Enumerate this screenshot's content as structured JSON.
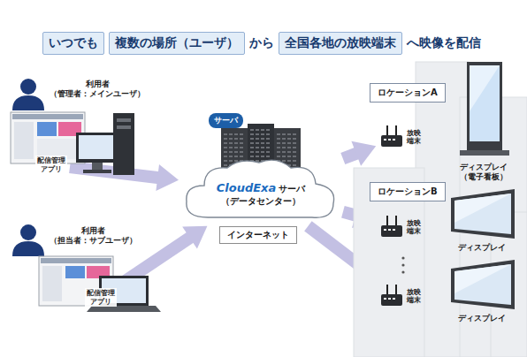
{
  "diagram": {
    "title": "",
    "nodes": [
      {
        "text": [
          "いつでも"
        ]
      },
      {
        "text": [
          "複数の場所（ユーザ）"
        ]
      },
      {
        "text": [
          "全国各地の放映端末"
        ]
      },
      {
        "text": [
          "利用者",
          "（管理者：メインユーザ）"
        ]
      },
      {
        "text": [
          "配信管理 アプリ"
        ]
      },
      {
        "text": [
          "利用者",
          "（担当者：サブユーザ）"
        ]
      },
      {
        "text": [
          "配信管理 アプリ"
        ]
      },
      {
        "text": [
          "サーバ"
        ]
      },
      {
        "text": [
          "CloudExa",
          "サーバ",
          "（データセンター）"
        ]
      },
      {
        "text": [
          "インターネット"
        ]
      },
      {
        "text": [
          "ロケーションA"
        ]
      },
      {
        "text": [
          "放映 端末"
        ]
      },
      {
        "text": [
          "ディスプレイ （電子看板）"
        ]
      },
      {
        "text": [
          "ロケーションB"
        ]
      },
      {
        "text": [
          "放映 端末"
        ]
      },
      {
        "text": [
          "ディスプレイ"
        ]
      },
      {
        "text": [
          "放映 端末"
        ]
      },
      {
        "text": [
          "ディスプレイ"
        ]
      }
    ],
    "edges": [
      {
        "from": 4,
        "to": 8,
        "arrow": "to"
      },
      {
        "from": 6,
        "to": 8,
        "arrow": "to"
      },
      {
        "from": 8,
        "to": 11,
        "arrow": "to"
      },
      {
        "from": 8,
        "to": 14,
        "arrow": "to"
      },
      {
        "from": 8,
        "to": 16,
        "arrow": "to"
      },
      {
        "from": 11,
        "to": 12,
        "arrow": "none"
      },
      {
        "from": 14,
        "to": 15,
        "arrow": "none"
      },
      {
        "from": 16,
        "to": 17,
        "arrow": "none"
      }
    ],
    "labels": [
      "から",
      "へ映像を配信"
    ]
  }
}
